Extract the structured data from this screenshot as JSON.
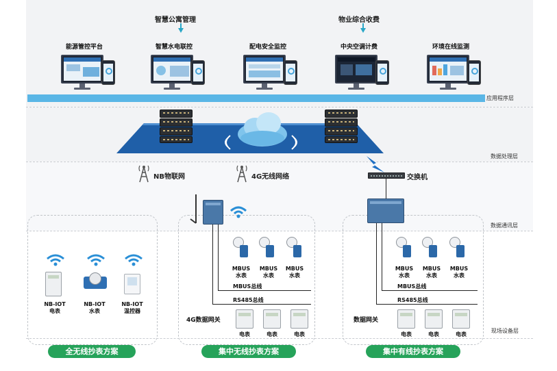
{
  "top_labels": {
    "smart_apartment": "智慧公寓管理",
    "property_billing": "物业综合收费"
  },
  "apps": [
    {
      "title": "能源管控平台"
    },
    {
      "title": "智慧水电联控"
    },
    {
      "title": "配电安全监控"
    },
    {
      "title": "中央空调计费"
    },
    {
      "title": "环境在线监测"
    }
  ],
  "layers": {
    "application": "应用程序层",
    "processing": "数据处理层",
    "communication": "数据通讯层",
    "field": "现场设备层"
  },
  "network": {
    "nb_iot": "NB物联网",
    "wireless_4g": "4G无线网络",
    "switch": "交换机"
  },
  "panel_left": {
    "devices": [
      {
        "line1": "NB-IOT",
        "line2": "电表"
      },
      {
        "line1": "NB-IOT",
        "line2": "水表"
      },
      {
        "line1": "NB-IOT",
        "line2": "温控器"
      }
    ],
    "scheme": "全无线抄表方案"
  },
  "panel_mid": {
    "meters": [
      {
        "line1": "MBUS",
        "line2": "水表"
      },
      {
        "line1": "MBUS",
        "line2": "水表"
      },
      {
        "line1": "MBUS",
        "line2": "水表"
      }
    ],
    "mbus_bus": "MBUS总线",
    "rs485_bus": "RS485总线",
    "gateway": "4G数据网关",
    "electric": [
      "电表",
      "电表",
      "电表"
    ],
    "scheme": "集中无线抄表方案"
  },
  "panel_right": {
    "meters": [
      {
        "line1": "MBUS",
        "line2": "水表"
      },
      {
        "line1": "MBUS",
        "line2": "水表"
      },
      {
        "line1": "MBUS",
        "line2": "水表"
      }
    ],
    "mbus_bus": "MBUS总线",
    "rs485_bus": "RS485总线",
    "gateway": "数据网关",
    "electric": [
      "电表",
      "电表",
      "电表"
    ],
    "scheme": "集中有线抄表方案"
  },
  "colors": {
    "accent_blue": "#5ab6e6",
    "platform_blue": "#1f5fa8",
    "scheme_green": "#26a35a",
    "wifi_blue": "#2a8fd6"
  }
}
